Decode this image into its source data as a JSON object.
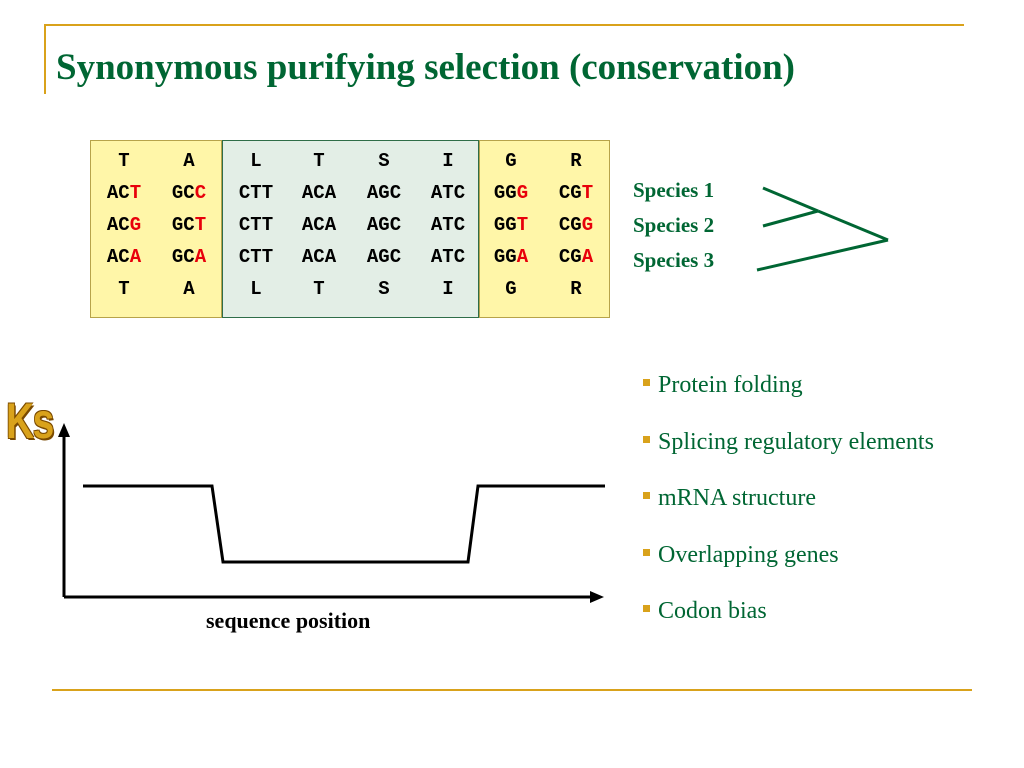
{
  "title": "Synonymous purifying selection (conservation)",
  "alignment": {
    "left_block": {
      "rows": [
        [
          {
            "parts": [
              {
                "t": "T",
                "hl": false
              }
            ]
          },
          {
            "parts": [
              {
                "t": "A",
                "hl": false
              }
            ]
          }
        ],
        [
          {
            "parts": [
              {
                "t": "AC",
                "hl": false
              },
              {
                "t": "T",
                "hl": true
              }
            ]
          },
          {
            "parts": [
              {
                "t": "GC",
                "hl": false
              },
              {
                "t": "C",
                "hl": true
              }
            ]
          }
        ],
        [
          {
            "parts": [
              {
                "t": "AC",
                "hl": false
              },
              {
                "t": "G",
                "hl": true
              }
            ]
          },
          {
            "parts": [
              {
                "t": "GC",
                "hl": false
              },
              {
                "t": "T",
                "hl": true
              }
            ]
          }
        ],
        [
          {
            "parts": [
              {
                "t": "AC",
                "hl": false
              },
              {
                "t": "A",
                "hl": true
              }
            ]
          },
          {
            "parts": [
              {
                "t": "GC",
                "hl": false
              },
              {
                "t": "A",
                "hl": true
              }
            ]
          }
        ],
        [
          {
            "parts": [
              {
                "t": "T",
                "hl": false
              }
            ]
          },
          {
            "parts": [
              {
                "t": "A",
                "hl": false
              }
            ]
          }
        ]
      ]
    },
    "middle_block": {
      "rows": [
        [
          {
            "parts": [
              {
                "t": "L",
                "hl": false
              }
            ]
          },
          {
            "parts": [
              {
                "t": "T",
                "hl": false
              }
            ]
          },
          {
            "parts": [
              {
                "t": "S",
                "hl": false
              }
            ]
          },
          {
            "parts": [
              {
                "t": "I",
                "hl": false
              }
            ]
          }
        ],
        [
          {
            "parts": [
              {
                "t": "CTT",
                "hl": false
              }
            ]
          },
          {
            "parts": [
              {
                "t": "ACA",
                "hl": false
              }
            ]
          },
          {
            "parts": [
              {
                "t": "AGC",
                "hl": false
              }
            ]
          },
          {
            "parts": [
              {
                "t": "ATC",
                "hl": false
              }
            ]
          }
        ],
        [
          {
            "parts": [
              {
                "t": "CTT",
                "hl": false
              }
            ]
          },
          {
            "parts": [
              {
                "t": "ACA",
                "hl": false
              }
            ]
          },
          {
            "parts": [
              {
                "t": "AGC",
                "hl": false
              }
            ]
          },
          {
            "parts": [
              {
                "t": "ATC",
                "hl": false
              }
            ]
          }
        ],
        [
          {
            "parts": [
              {
                "t": "CTT",
                "hl": false
              }
            ]
          },
          {
            "parts": [
              {
                "t": "ACA",
                "hl": false
              }
            ]
          },
          {
            "parts": [
              {
                "t": "AGC",
                "hl": false
              }
            ]
          },
          {
            "parts": [
              {
                "t": "ATC",
                "hl": false
              }
            ]
          }
        ],
        [
          {
            "parts": [
              {
                "t": "L",
                "hl": false
              }
            ]
          },
          {
            "parts": [
              {
                "t": "T",
                "hl": false
              }
            ]
          },
          {
            "parts": [
              {
                "t": "S",
                "hl": false
              }
            ]
          },
          {
            "parts": [
              {
                "t": "I",
                "hl": false
              }
            ]
          }
        ]
      ]
    },
    "right_block": {
      "rows": [
        [
          {
            "parts": [
              {
                "t": "G",
                "hl": false
              }
            ]
          },
          {
            "parts": [
              {
                "t": "R",
                "hl": false
              }
            ]
          }
        ],
        [
          {
            "parts": [
              {
                "t": "GG",
                "hl": false
              },
              {
                "t": "G",
                "hl": true
              }
            ]
          },
          {
            "parts": [
              {
                "t": "CG",
                "hl": false
              },
              {
                "t": "T",
                "hl": true
              }
            ]
          }
        ],
        [
          {
            "parts": [
              {
                "t": "GG",
                "hl": false
              },
              {
                "t": "T",
                "hl": true
              }
            ]
          },
          {
            "parts": [
              {
                "t": "CG",
                "hl": false
              },
              {
                "t": "G",
                "hl": true
              }
            ]
          }
        ],
        [
          {
            "parts": [
              {
                "t": "GG",
                "hl": false
              },
              {
                "t": "A",
                "hl": true
              }
            ]
          },
          {
            "parts": [
              {
                "t": "CG",
                "hl": false
              },
              {
                "t": "A",
                "hl": true
              }
            ]
          }
        ],
        [
          {
            "parts": [
              {
                "t": "G",
                "hl": false
              }
            ]
          },
          {
            "parts": [
              {
                "t": "R",
                "hl": false
              }
            ]
          }
        ]
      ]
    }
  },
  "species": [
    "Species 1",
    "Species 2",
    "Species 3"
  ],
  "bullets": [
    "Protein folding",
    "Splicing regulatory elements",
    "mRNA structure",
    "Overlapping genes",
    "Codon bias"
  ],
  "plot": {
    "ylabel": "Ks",
    "xlabel": "sequence position"
  },
  "colors": {
    "title_green": "#006633",
    "frame_gold": "#d9a21b",
    "highlight_red": "#e8000b",
    "flank_yellow": "#fff6a8",
    "conserved_green": "#e3eee6"
  }
}
